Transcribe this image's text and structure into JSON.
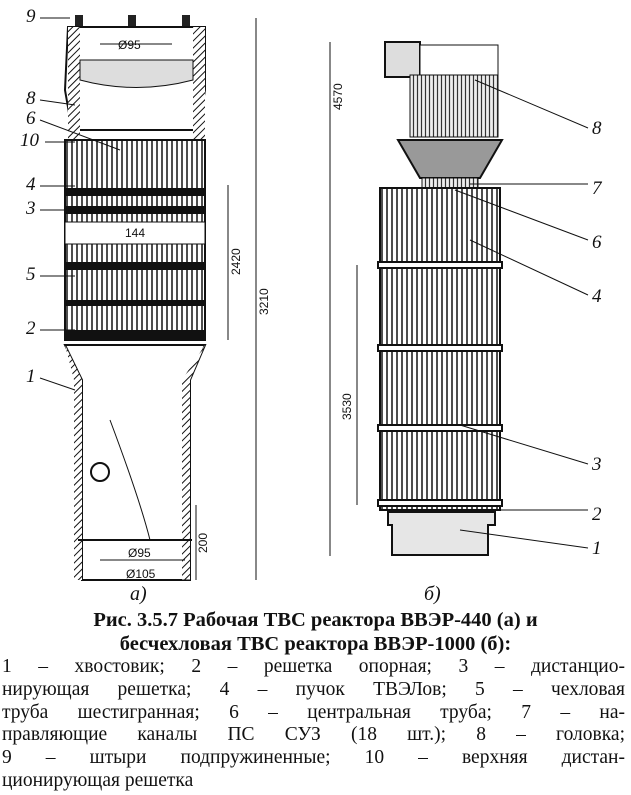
{
  "figure": {
    "left_assembly": {
      "sublabel": "а)",
      "callouts": [
        "9",
        "8",
        "6",
        "10",
        "4",
        "3",
        "5",
        "2",
        "1"
      ],
      "dimensions": {
        "head_diameter": "Ø95",
        "flat_width": "144",
        "bundle_height": "2420",
        "total_height": "3210",
        "tail_length": "200",
        "tail_inner_diameter": "Ø95",
        "tail_outer_diameter": "Ø105"
      }
    },
    "right_assembly": {
      "sublabel": "б)",
      "callouts": [
        "8",
        "7",
        "6",
        "4",
        "3",
        "2",
        "1"
      ],
      "dimensions": {
        "total_height": "4570",
        "bundle_height": "3530"
      }
    }
  },
  "caption": {
    "title_line1": "Рис.  3.5.7   Рабочая ТВС реактора ВВЭР-440 (а) и",
    "title_line2": "бесчехловая ТВС реактора ВВЭР-1000 (б):",
    "lines": [
      "1 – хвостовик; 2 – решетка опорная; 3 – дистанцио-",
      "нирующая решетка; 4 – пучок ТВЭЛов; 5 – чехловая",
      "труба шестигранная; 6 – центральная труба; 7 – на-",
      "правляющие каналы ПС СУЗ (18 шт.); 8 – головка;",
      "9 – штыри подпружиненные; 10 – верхняя дистан-",
      "ционирующая решетка"
    ]
  }
}
